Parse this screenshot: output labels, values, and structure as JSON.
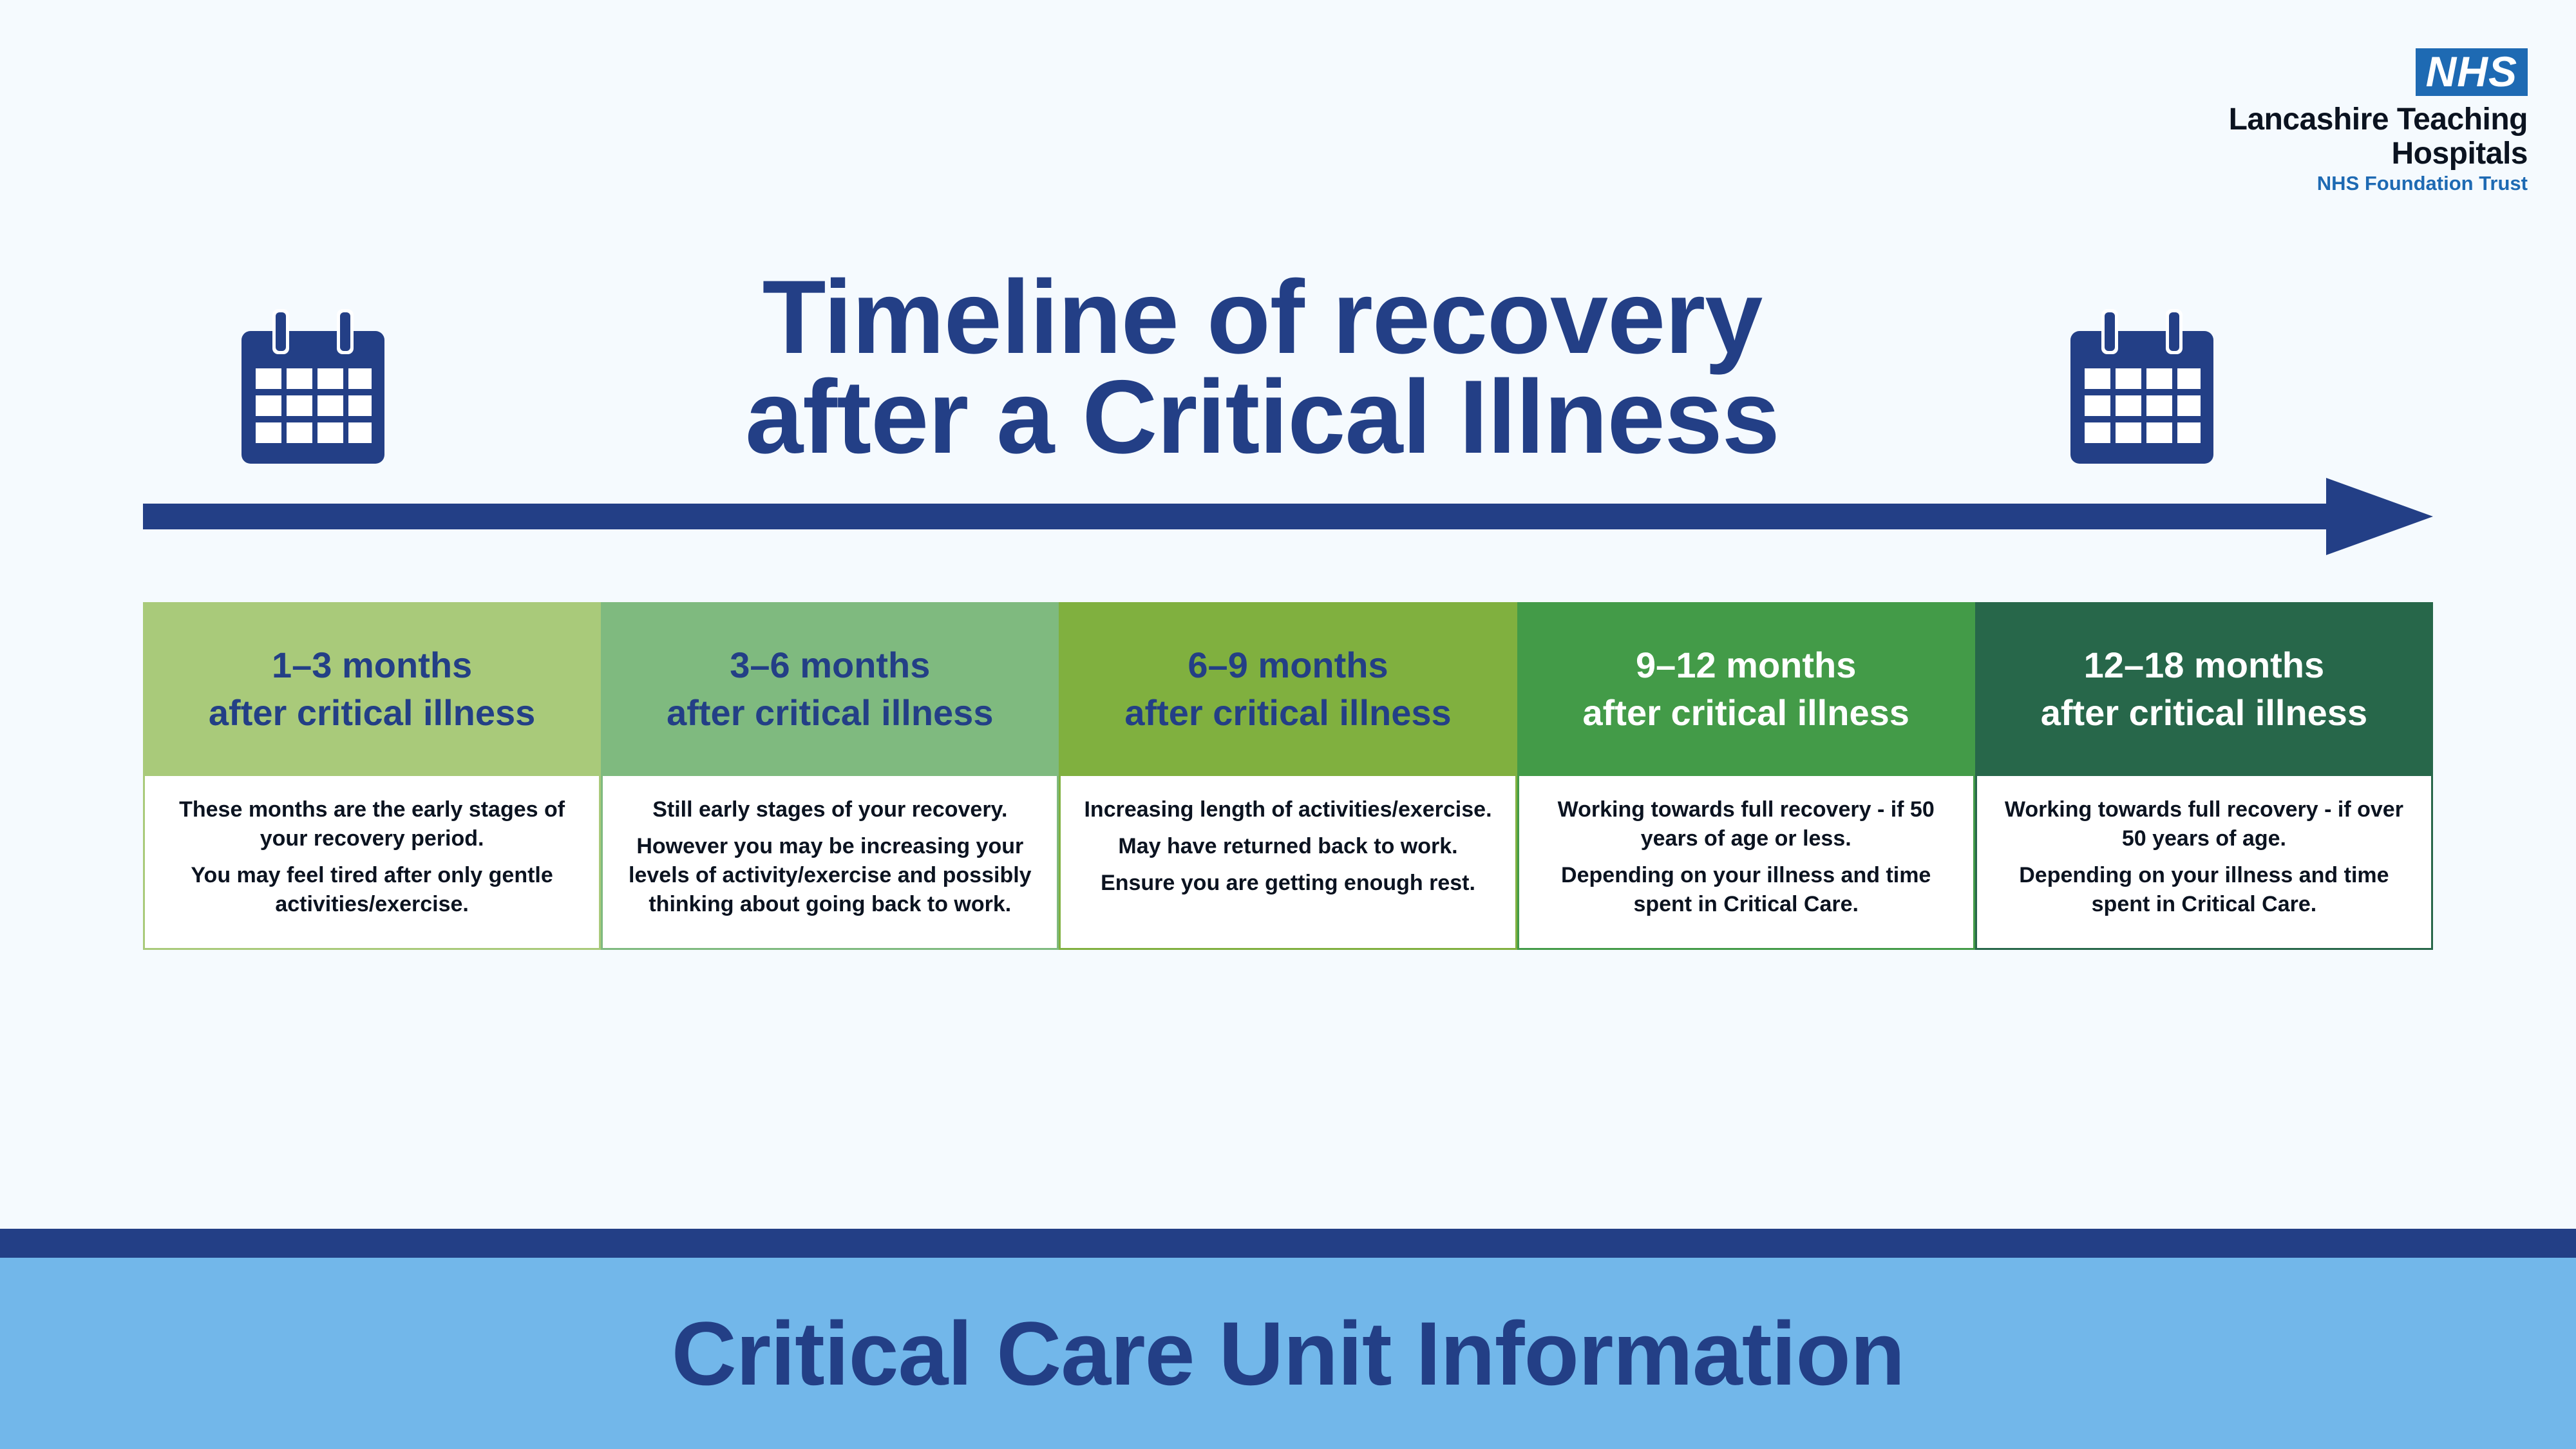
{
  "logo": {
    "nhs": "NHS",
    "org_line1": "Lancashire Teaching",
    "org_line2": "Hospitals",
    "org_sub": "NHS Foundation Trust"
  },
  "title": {
    "line1": "Timeline of recovery",
    "line2": "after a Critical Illness"
  },
  "icons": {
    "left": "calendar-icon",
    "right": "calendar-icon"
  },
  "colors": {
    "navy": "#233f86",
    "nhs_blue": "#1e6ab3",
    "footer_bg": "#72b7ea",
    "page_bg": "#f5fafe"
  },
  "stages": [
    {
      "period": "1–3 months",
      "sub": "after critical illness",
      "color": "#a9ca7a",
      "text_color": "#233f86",
      "body": [
        "These months are the early stages of your recovery period.",
        "You may feel tired after only gentle activities/exercise."
      ]
    },
    {
      "period": "3–6 months",
      "sub": "after critical illness",
      "color": "#7fba7f",
      "text_color": "#233f86",
      "body": [
        "Still early stages of your recovery.",
        "However you may be increasing your levels of activity/exercise and possibly thinking about going back to work."
      ]
    },
    {
      "period": "6–9 months",
      "sub": "after critical illness",
      "color": "#80b03f",
      "text_color": "#233f86",
      "body": [
        "Increasing length of activities/exercise.",
        "May have returned back to work.",
        "Ensure you are getting enough rest."
      ]
    },
    {
      "period": "9–12 months",
      "sub": "after critical illness",
      "color": "#439b48",
      "text_color": "#ffffff",
      "body": [
        "Working towards full recovery - if 50 years of age or less.",
        "Depending on your illness and time spent in Critical Care."
      ]
    },
    {
      "period": "12–18 months",
      "sub": "after critical illness",
      "color": "#27674a",
      "text_color": "#ffffff",
      "body": [
        "Working towards full recovery - if over 50 years of age.",
        "Depending on your illness and time spent in Critical Care."
      ]
    }
  ],
  "footer": {
    "text": "Critical Care Unit Information"
  }
}
